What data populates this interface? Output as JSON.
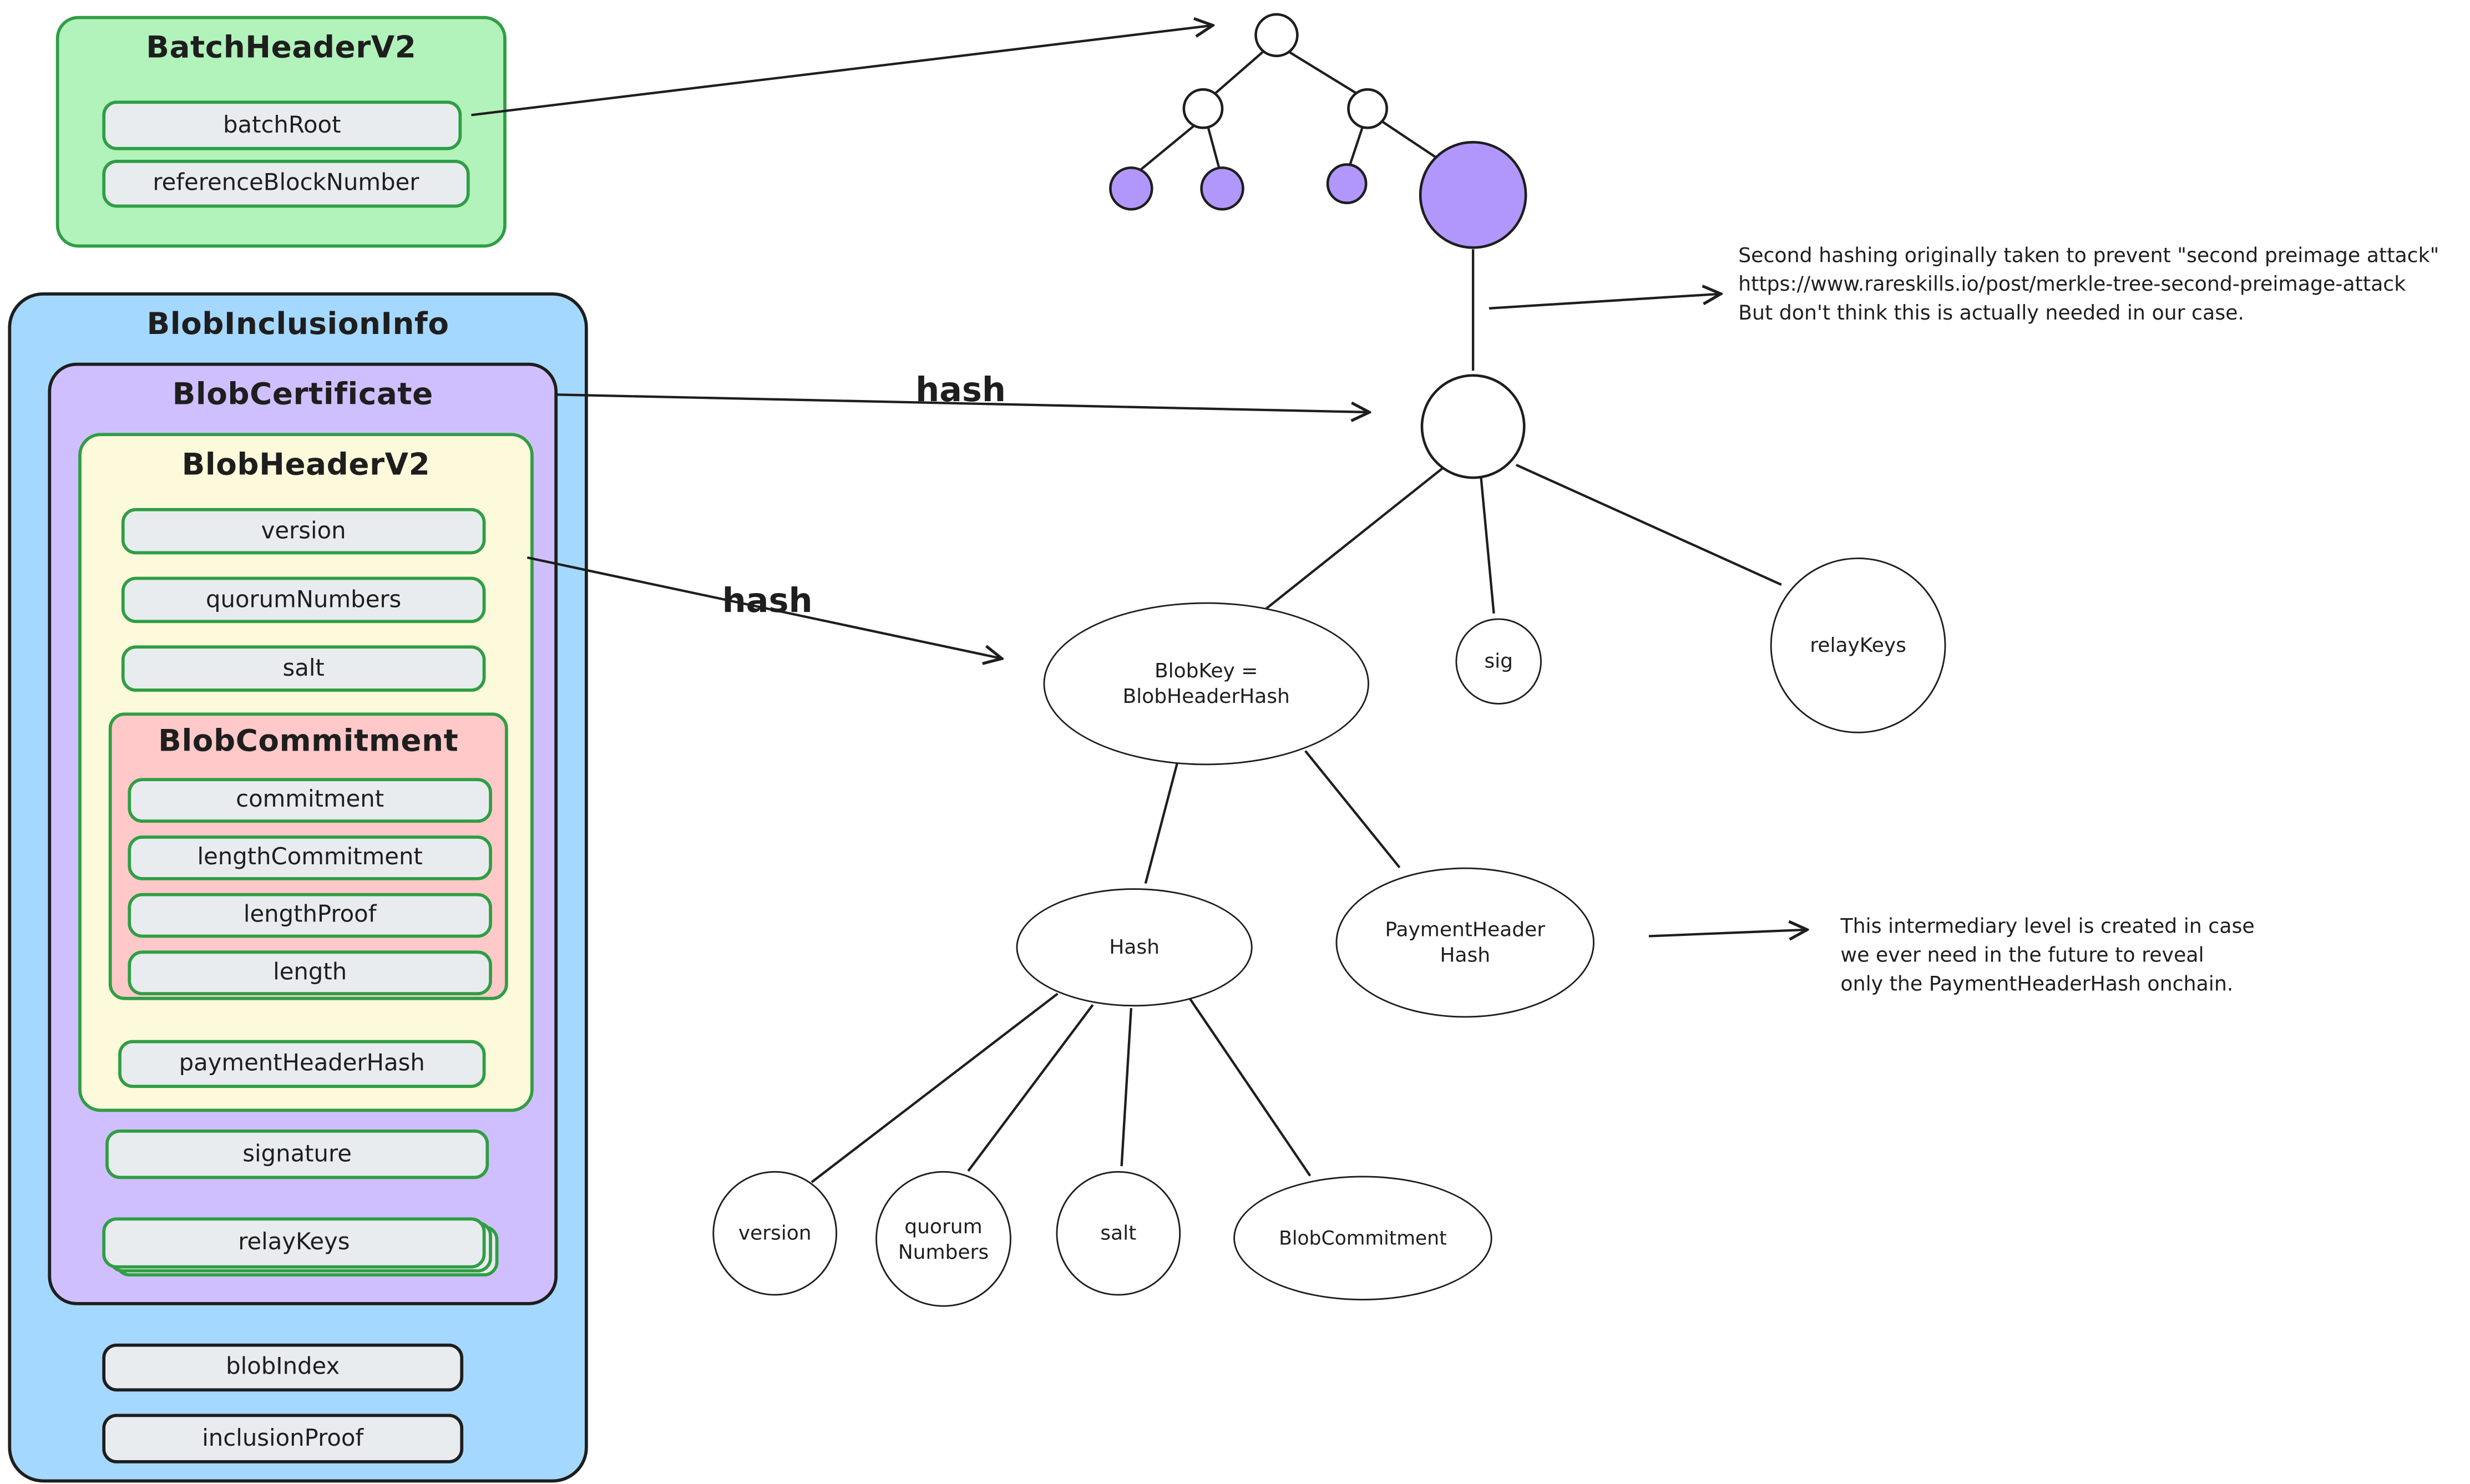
{
  "batch_header": {
    "title": "BatchHeaderV2",
    "fields": [
      "batchRoot",
      "referenceBlockNumber"
    ]
  },
  "blob_inclusion_info": {
    "title": "BlobInclusionInfo",
    "blob_index_field": "blobIndex",
    "inclusion_proof_field": "inclusionProof",
    "certificate": {
      "title": "BlobCertificate",
      "signature_field": "signature",
      "relay_keys_field": "relayKeys",
      "header": {
        "title": "BlobHeaderV2",
        "fields": [
          "version",
          "quorumNumbers",
          "salt"
        ],
        "payment_header_hash_field": "paymentHeaderHash",
        "commitment": {
          "title": "BlobCommitment",
          "fields": [
            "commitment",
            "lengthCommitment",
            "lengthProof",
            "length"
          ]
        }
      }
    }
  },
  "hash_labels": {
    "certificate_hash": "hash",
    "header_hash": "hash"
  },
  "tree_nodes": {
    "blob_key": {
      "line1": "BlobKey =",
      "line2": "BlobHeaderHash"
    },
    "sig": "sig",
    "relay_keys": "relayKeys",
    "hash": "Hash",
    "payment_header": {
      "line1": "PaymentHeader",
      "line2": "Hash"
    },
    "version": "version",
    "quorum": {
      "line1": "quorum",
      "line2": "Numbers"
    },
    "salt": "salt",
    "blob_commitment": "BlobCommitment"
  },
  "notes": {
    "second_preimage": {
      "line1": "Second hashing originally taken to prevent \"second preimage attack\"",
      "line2": "https://www.rareskills.io/post/merkle-tree-second-preimage-attack",
      "line3": "But don't think this is actually needed in our case."
    },
    "intermediary": {
      "line1": "This intermediary level is created in case",
      "line2": "we ever need in the future to reveal",
      "line3": "only the PaymentHeaderHash onchain."
    }
  },
  "colors": {
    "green_fill": "#b2f2bb",
    "green_stroke": "#2f9e44",
    "blue_fill": "#a5d8ff",
    "purple_fill": "#d0bfff",
    "yellow_fill": "#fdf9db",
    "pink_fill": "#ffc9c9",
    "tree_leaf_fill": "#b197fc",
    "field_fill": "#e9ecef",
    "ink": "#1e1e1e"
  }
}
